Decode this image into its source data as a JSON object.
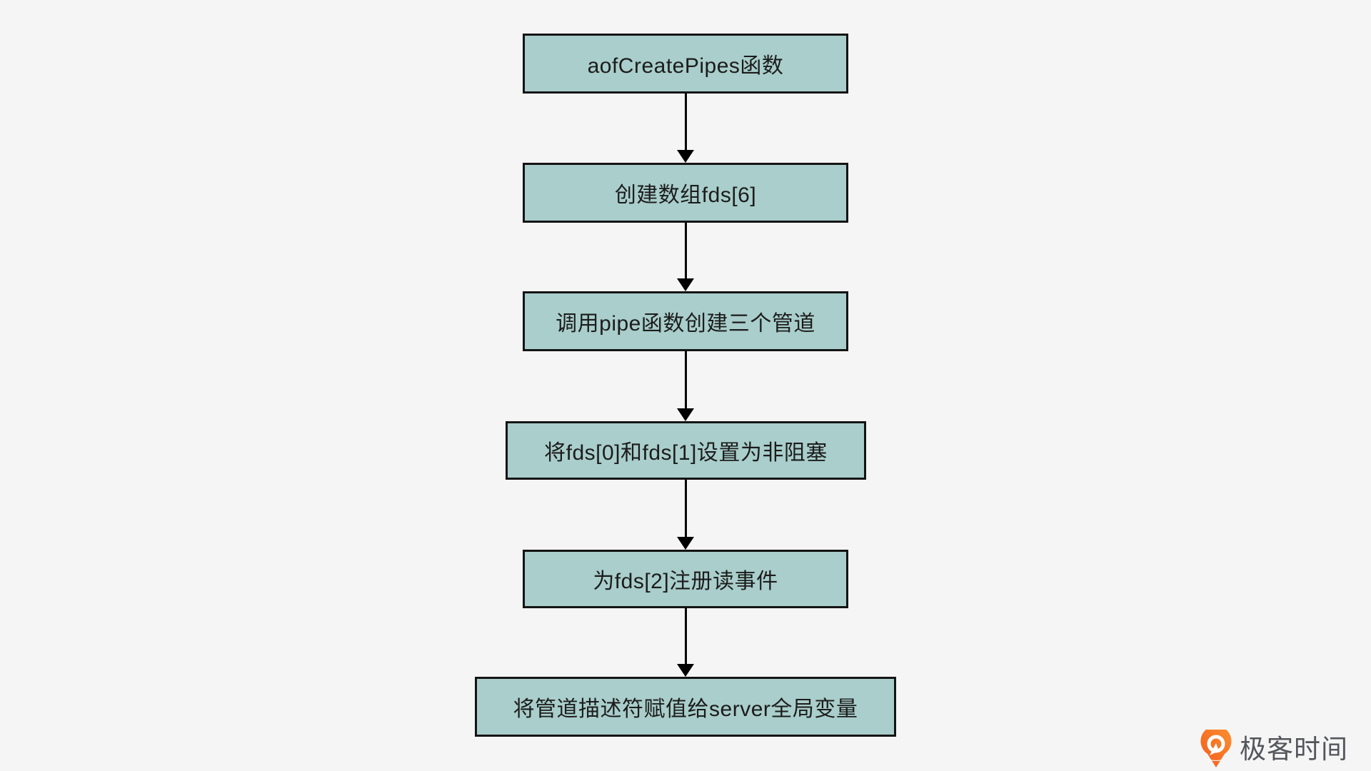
{
  "page": {
    "background": "#f5f5f6"
  },
  "flowchart": {
    "node_fill": "#a9cecb",
    "node_border": "#141414",
    "node_text_color": "#1c1c1c",
    "arrow_color": "#000000",
    "nodes": [
      {
        "label": "aofCreatePipes函数"
      },
      {
        "label": "创建数组fds[6]"
      },
      {
        "label": "调用pipe函数创建三个管道"
      },
      {
        "label": "将fds[0]和fds[1]设置为非阻塞"
      },
      {
        "label": "为fds[2]注册读事件"
      },
      {
        "label": "将管道描述符赋值给server全局变量"
      }
    ],
    "connections": [
      {
        "from": 0,
        "to": 1
      },
      {
        "from": 1,
        "to": 2
      },
      {
        "from": 2,
        "to": 3
      },
      {
        "from": 3,
        "to": 4
      },
      {
        "from": 4,
        "to": 5
      }
    ]
  },
  "branding": {
    "logo_text": "极客时间",
    "logo_orange": "#f8701d",
    "logo_orange_light": "#fb9130",
    "text_color": "#54565b"
  }
}
